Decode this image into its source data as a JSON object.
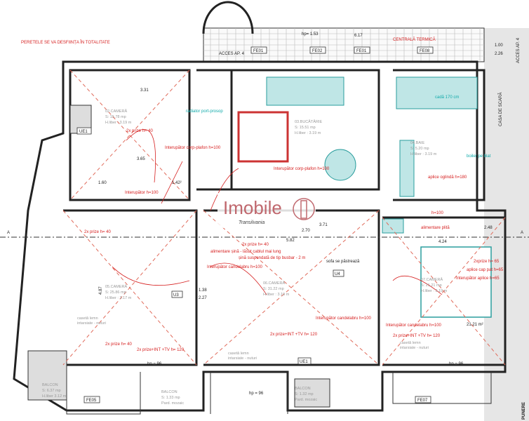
{
  "watermark": {
    "brand": "Imobile",
    "subtitle": "Transilvania"
  },
  "labels": {
    "access_ap4_top": "ACCES AP. 4",
    "access_ap4_right": "ACCES AP. 4",
    "stair_hall": "CASA DE SCARĂ",
    "plan_title_fragment": "PUNERE",
    "section_a": "A",
    "hp_top": "hp= 1.53",
    "dim_617": "6.17",
    "dim_100": "1.00",
    "dim_226": "2.26",
    "dim_331": "3.31",
    "dim_365": "3.65",
    "dim_160": "1.60",
    "dim_142": "1.42²",
    "dim_371": "3.71",
    "dim_270": "2.70",
    "dim_582": "5.82",
    "dim_248": "2.48",
    "dim_424": "4.24",
    "dim_487": "4.87",
    "dim_138": "1.38",
    "dim_227": "2.27",
    "dim_2121": "21.21 m²",
    "hp96": "hp = 96"
  },
  "windows": [
    "FE01",
    "FE02",
    "FE01",
    "FE08",
    "UE1",
    "U4",
    "U3",
    "FE05",
    "FE07",
    "UE1"
  ],
  "rooms": [
    {
      "name": "02.CAMERĂ",
      "area": "S: 15.78 mp",
      "h": "H.liber : 3.19 m"
    },
    {
      "name": "03.BUCĂTĂRIE",
      "area": "S: 15.51 mp",
      "h": "H.liber : 3.19 m"
    },
    {
      "name": "04.BAIE",
      "area": "S: 5.20 mp",
      "h": "H.liber : 3.19 m"
    },
    {
      "name": "05.CAMERĂ",
      "area": "S: 25.86 mp",
      "h": "H.liber : 3.17 m"
    },
    {
      "name": "06.CAMERĂ",
      "area": "S: 31.22 mp",
      "h": "H.liber : 3.19 m"
    },
    {
      "name": "07.CAMERĂ",
      "area": "S: 21.21 mp",
      "h": "H.liber : 3.19 m"
    },
    {
      "name": "BALCON",
      "area": "S: 6.37 mp",
      "h": "H.liber 3.12 m"
    },
    {
      "name": "BALCON",
      "area": "S: 1.32 mp",
      "h": "Pard. mozaic"
    },
    {
      "name": "BALCON",
      "area": "S: 1.33 mp",
      "h": "Pard. mozaic"
    }
  ],
  "annotations": {
    "outlet_40": "2x prize h= 40",
    "outlet_tv": "2x prize+INT +TV h= 120",
    "switch_100": "Interupător h=100",
    "switch_chandelier": "Interupător candelabru h=100",
    "switch_ceiling": "Interupător corp-plafon h=100",
    "radiator": "radiator port-prosop",
    "rail_power": "alimentare șină - lăsat cablul mai lung",
    "rail_busbar": "șină suspendată de tip busbar - 2 m",
    "sofa": "sofa se păstrează",
    "wall_lamp": "aplice cap pat h=65",
    "switch_wall_lamp": "Interupător aplice h=65",
    "bath_lamp": "aplice oglindă h=180",
    "shower": "cadă 170 cm",
    "boiler": "boiler pe blat",
    "hob_power": "alimentare plită",
    "outlets_65": "2xprize h= 65",
    "outlets_100": "h=100",
    "keep_walls": "PERETELE SE VA DESFIINȚA ÎN TOTALITATE",
    "centrala": "CENTRALĂ TERMICĂ",
    "door_note": "ACCES AP. 4"
  },
  "floor_notes": {
    "tile": "casetă lemn",
    "tile2": "intarsiate - nuturi"
  }
}
